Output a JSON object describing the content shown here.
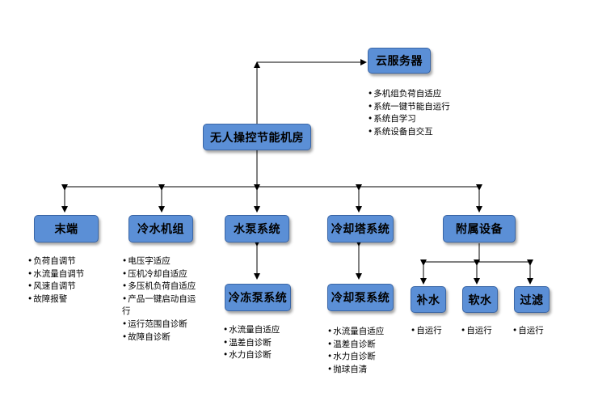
{
  "nodes": {
    "cloud_server": "云服务器",
    "unmanned_room": "无人操控节能机房",
    "terminal": "末端",
    "chiller": "冷水机组",
    "pump_system": "水泵系统",
    "cooling_tower": "冷却塔系统",
    "auxiliary": "附属设备",
    "chilled_pump": "冷冻泵系统",
    "cooling_pump": "冷却泵系统",
    "makeup_water": "补水",
    "soft_water": "软水",
    "filter": "过滤"
  },
  "features": {
    "cloud_server": [
      "多机组负荷自适应",
      "系统一键节能自运行",
      "系统自学习",
      "系统设备自交互"
    ],
    "terminal": [
      "负荷自调节",
      "水流量自调节",
      "风速自调节",
      "故障报警"
    ],
    "chiller": [
      "电压字适应",
      "压机冷却自适应",
      "多压机负荷自适应",
      "产品一键启动自运行",
      "运行范围自诊断",
      "故障自诊断"
    ],
    "chilled_pump": [
      "水流量自适应",
      "温差自诊断",
      "水力自诊断"
    ],
    "cooling_pump": [
      "水流量自适应",
      "温差自诊断",
      "水力自诊断",
      "抛球自清"
    ],
    "makeup_water": [
      "自运行"
    ],
    "soft_water": [
      "自运行"
    ],
    "filter": [
      "自运行"
    ]
  },
  "colors": {
    "node_fill": "#5b8fd6",
    "node_border": "#3a66a6",
    "line": "#000000"
  }
}
